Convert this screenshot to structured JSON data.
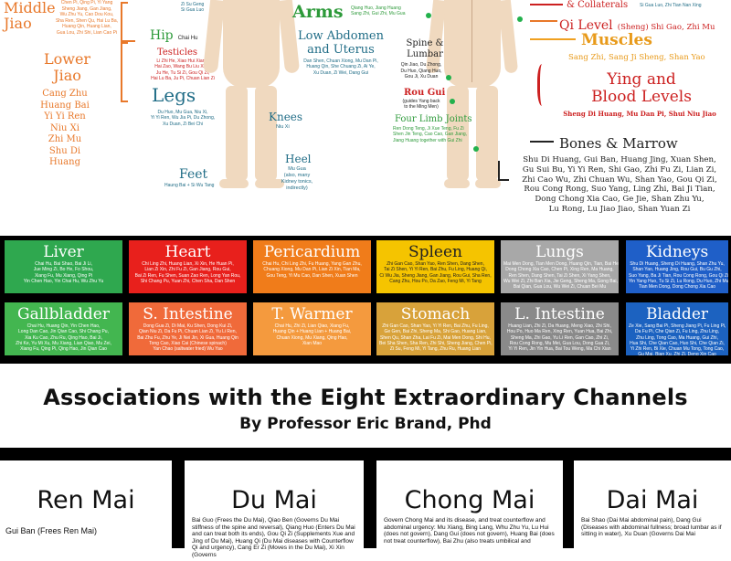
{
  "top": {
    "middle_jiao_label": "Middle\nJiao",
    "middle_jiao_herbs": "Chen Pi, Qing Pi, Yi Yang\nSheng Jiang, Gan Jiang,\nWu Zhu Yu, Cao Dou Kou,\nSha Ren, Shen Qu, Hai Lu Ba,\nHuang Qin, Huang Lian,\nGua Lou, Zhi Shi, Lian Cao Pi",
    "lower_jiao_label": "Lower\nJiao",
    "lower_jiao_herbs": [
      "Cang Zhu",
      "Huang Bai",
      "Yi Yi Ren",
      "Niu Xi",
      "Zhi Mu",
      "Shu Di Huang"
    ],
    "hip_label": "Hip",
    "hip_herb": "Chai Hu",
    "testicles_label": "Testicles",
    "testicles_herbs": "Li Zhi He, Xiao Hui Xiang,\nHai Zao, Wang Bu Liu Xing,\nJu He, Tu Si Zi, Gou Qi Zi,\nHai Lu Ba, Ju Pi, Chuan Lian Zi",
    "legs_label": "Legs",
    "legs_herbs": "Du Huo, Mu Gua, Niu Xi,\nYi Yi Ren, Wu Jia Pi, Du Zhong,\nXu Duan, Zi Bei Chi",
    "feet_label": "Feet",
    "feet_herbs": "Haung Bai + Si Wu Tang",
    "arms_label": "Arms",
    "arms_herbs": "Qiang Huo, Jiang Huang\nSang Zhi, Gui Zhi, Mu Gua",
    "low_abdomen_label": "Low Abdomen\nand Uterus",
    "low_abdomen_herbs": "Dan Shen, Chuan Xiong, Mu Dan Pi,\nHuang Qin, She Chuang Zi, Ai Ye,\nXu Duan, Zi Wei, Dang Gui",
    "knees_label": "Knees",
    "knees_herbs": "Niu Xi",
    "heel_label": "Heel",
    "heel_herbs": "Mu Gua\n(also, many\nKidney tonics,\nindirectly)",
    "top_herbs": "Zi Su Geng\nSi Gua Luo",
    "spine_label": "Spine &\nLumbar",
    "spine_herbs": "Qin Jiao, Du Zhong,\nDu Huo, Qiang Huo,\nGou Ji, Xu Duan",
    "rou_gui_label": "Rou Gui",
    "rou_gui_note": "(guides Yang back\nto the Ming Men)",
    "four_limb_label": "Four Limb Joints",
    "four_limb_herbs": "Ren Dong Teng, Ji Xue Teng, Fu Zi\nShen Jin Teng, Cao Cao, Gan Jiang,\nJiang Huang together with Gui Zhi",
    "collaterals_label": "& Collaterals",
    "collaterals_herbs": "Si Gua Luo, Zhi Tian Nan Xing",
    "qi_label": "Qi Level",
    "qi_herbs": "(Sheng) Shi Gao, Zhi Mu",
    "muscles_label": "Muscles",
    "muscles_herbs": "Sang Zhi, Sang Ji Sheng, Shan Yao",
    "ying_label": "Ying and\nBlood Levels",
    "ying_herbs": "Sheng Di Huang, Mu Dan Pi, Shui Niu Jiao",
    "bones_label": "Bones & Marrow",
    "bones_herbs": "Shu Di Huang, Gui Ban, Huang Jing, Xuan Shen,\nGu Sui Bu, Yi Yi Ren, Shi Gao, Zhi Fu Zi, Lian Zi,\nZhi Cao Wu, Zhi Chuan Wu, Shan Yao, Gou Qi Zi,\nRou Cong Rong, Suo Yang, Ling Zhi, Bai Ji Tian,\nDong Chong Xia Cao, Ge Jie, Shan Zhu Yu,\nLu Rong, Lu Jiao Jiao, Shan Yuan Zi"
  },
  "organs": [
    {
      "name": "Liver",
      "color": "#2fa84f",
      "herbs": "Chai Hu, Bai Shao, Bai Ji Li,\nJue Ming Zi, Bo He, Fo Shou,\nXiang Fu, Mu Xiang, Qing Pi\nYin Chen Hao, Yin Chai Hu, Wu Zhu Yu"
    },
    {
      "name": "Heart",
      "color": "#e8201c",
      "herbs": "Chi Ling Zhi, Huang Lian, Xi Xin, He Huan Pi,\nLian Zi Xin, Zhi Fu Zi, Gan Jiang, Rou Gui,\nBai Zi Ren, Fu Shen, Suan Zao Ren, Long Yan Rou,\nShi Chang Pu, Yuan Zhi, Chen Sha, Dan Shen"
    },
    {
      "name": "Pericardium",
      "color": "#f07c1a",
      "herbs": "Chai Hu, Chi Ling Zhi, Fu Huang, Yang Gan Zhu,\nChuang Xiong, Mu Dan Pi, Lian Zi Xin, Tian Ma,\nGou Teng, Yi Mu Cao, Dan Shen, Xuan Shen"
    },
    {
      "name": "Spleen",
      "color": "#f5c400",
      "herbs": "Zhi Gan Cao, Shan Yao, Ren Shen, Dang Shen,\nTai Zi Shen, Yi Yi Ren, Bai Zhu, Fu Ling, Huang Qi,\nCi Wu Jia, Sheng Jiang, Gan Jiang, Rou Gui, Sha Ren,\nCang Zhu, Hou Po, Da Zao, Feng Mi, Yi Tang"
    },
    {
      "name": "Lungs",
      "color": "#a8a8a8",
      "herbs": "Mai Men Dong, Tian Men Dong, Huang Qin, Tian, Bai He,\nDong Chong Xia Cao, Chen Pi, Xing Ren, Ma Huang,\nRen Shen, Dang Shen, Tai Zi Shen, Xi Yang Shen,\nWu Wei Zi, Zhi Ban Xia, Jie Geng, Sheng Ma, Gong Bai,\nBai Qian, Gua Lou, Wu Wei Zi, Chuan Bei Mu"
    },
    {
      "name": "Kidneys",
      "color": "#1f5fc8",
      "herbs": "Shu Di Huang, Sheng Di Huang, Shan Zhu Yu,\nShan Yao, Huang Jing, Rou Gui, Bu Gu Zhi,\nSuo Yang, Ba Ji Tian, Rou Cong Rong, Gou Qi Zi,\nYin Yang Huo, Tu Si Zi, Lu Rong, Du Huo, Zhi Mu,\nTian Men Dong, Dong Chong Xia Cao"
    },
    {
      "name": "Gallbladder",
      "color": "#43b650",
      "herbs": "Chai Hu, Huang Qin, Yin Chen Hao,\nLong Dan Cao, Jin Qian Cao, Shi Chang Pu,\nXia Ku Cao, Zhu Ru, Qing Hao, Bai Ji,\nZhi Ke, Yu Mi Xu, Mu Xiang, Lian Qiao, Mu Zei,\nXiang Fu, Qing Pi, Qing Hao, Jin Qian Cao"
    },
    {
      "name": "S. Intestine",
      "color": "#f06a3a",
      "herbs": "Dong Gua Zi, Di Mai, Ku Shen, Dong Kui Zi,\nQian Niu Zi, Da Fu Pi, Chuan Lian Zi, Yu Li Ren,\nBai Zhu Fu, Zhu Ye, Ji Nei Jin, Xi Gua, Huang Qin\nTong Cao, Xiao Cai (Chinese spinach)\nYan Chao (saltwater fried) Wu Yao"
    },
    {
      "name": "T. Warmer",
      "color": "#f49a3e",
      "herbs": "Chai Hu, Zhi Zi, Lian Qiao, Xiang Fu,\nHuang Qin + Huang Lian + Huang Bai,\nChuan Xiong, Mu Xiang, Qing Hao,\nXian Mao"
    },
    {
      "name": "Stomach",
      "color": "#d8a23a",
      "herbs": "Zhi Gan Cao, Shan Yao, Yi Yi Ren, Bai Zhu, Fu Ling,\nGe Gen, Bai Zhi, Sheng Ma, Shi Gao, Huang Lian,\nShen Qu, Shan Zha, Lai Fu Zi, Mai Men Dong, Shi Hu,\nBei Sha Shen, Sha Ren, Zhi Shi, Sheng Jiang, Chen Pi,\nZi Su, Feng Mi, Yi Tang, Zhu Ru, Huang Lian"
    },
    {
      "name": "L. Intestine",
      "color": "#8a8a8a",
      "herbs": "Huang Lian, Zhi Zi, Da Huang, Meng Xiao, Zhi Shi,\nHou Po, Huo Ma Ren, Xing Ren, Yuan Hua, Bai Zhi,\nSheng Ma, Zhi Gao, Yu Li Ren, Gan Cao, Zhi Zi,\nRou Cong Rong, Mu Mei, Gua Lou, Dong Gua Zi,\nYi Yi Ren, Jin Yin Hua, Bai Tou Weng, Ma Chi Xian"
    },
    {
      "name": "Bladder",
      "color": "#1c62c0",
      "herbs": "Ze Xie, Sang Bai Pi, Sheng Jiang Pi, Fu Ling Pi,\nDa Fu Pi, Che Qian Zi, Fu Ling, Zhu Ling,\nZhu Ling, Tong Cao, Ma Huang, Gui Zhi,\nHua Shi, Che Qian Cao, Huo Shi, Che Qian Zi,\nYi Zhi Ren, Bi Xie, Chuan Mu Tong, Tong Cao,\nGu Mai, Bian Xu, Zhi Zi, Deng Xin Cao"
    }
  ],
  "header": {
    "title": "Associations with the Eight Extraordinary Channels",
    "byline": "By Professor Eric Brand, Phd"
  },
  "channels": [
    {
      "name": "Ren Mai",
      "desc": "Gui Ban (Frees Ren Mai)"
    },
    {
      "name": "Du Mai",
      "desc": "Bai Guo (Frees the Du Mai), Qiao Ben (Governs Du Mai stiffness of the spine and reversal), Qiang Huo (Enters Du Mai and can treat both its ends), Gou Qi Zi (Supplements Xue and Jing of Du Mai), Huang Qi (Du Mai diseases with Counterflow Qi and urgency), Cang Er Zi (Moves in the Du Mai), Xi Xin (Governs"
    },
    {
      "name": "Chong Mai",
      "desc": "Govern Chong Mai and its disease, and treat counterflow and abdominal urgency:  Mu Xiang, Bing Lang, Whu Zhu Yu, Lu Hui (does not govern), Dang Gui (does not govern), Huang Bai (does not treat counterflow), Bai Zhu (also treats umbilical and"
    },
    {
      "name": "Dai Mai",
      "desc": "Bai Shao (Dai Mai abdominal pain), Dang Gui (Diseases with abdominal fullness; broad lumbar as if sitting in water), Xu Duan (Governs Dai Mai"
    }
  ]
}
